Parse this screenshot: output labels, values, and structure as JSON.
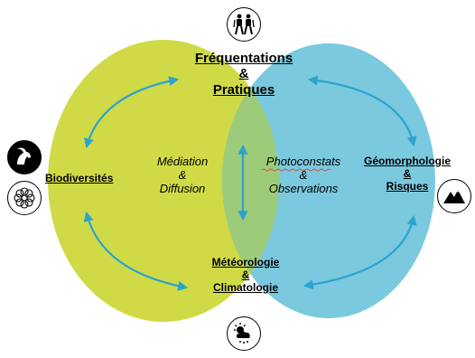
{
  "diagram": {
    "top": {
      "line1": "Fréquentations",
      "amp": "&",
      "line2": "Pratiques"
    },
    "left": {
      "label": "Biodiversités"
    },
    "right": {
      "line1": "Géomorphologie",
      "amp": "&",
      "line2": "Risques"
    },
    "bottom": {
      "line1": "Météorologie",
      "amp": "&",
      "line2": "Climatologie"
    },
    "center_left": {
      "line1": "Médiation",
      "amp": "&",
      "line2": "Diffusion"
    },
    "center_right": {
      "line1": "Photoconstats",
      "amp": "&",
      "line2": "Observations"
    }
  },
  "icons": {
    "top": "hikers-icon",
    "left_upper": "ibex-icon",
    "left_lower": "flower-rosette-icon",
    "right": "mountain-icon",
    "bottom": "weather-sun-cloud-snow-icon"
  },
  "colors": {
    "left_ellipse": "#cbd632",
    "right_ellipse": "#63bfd9",
    "arrows": "#2aa3cf",
    "overlap": "#9ccb7a"
  }
}
